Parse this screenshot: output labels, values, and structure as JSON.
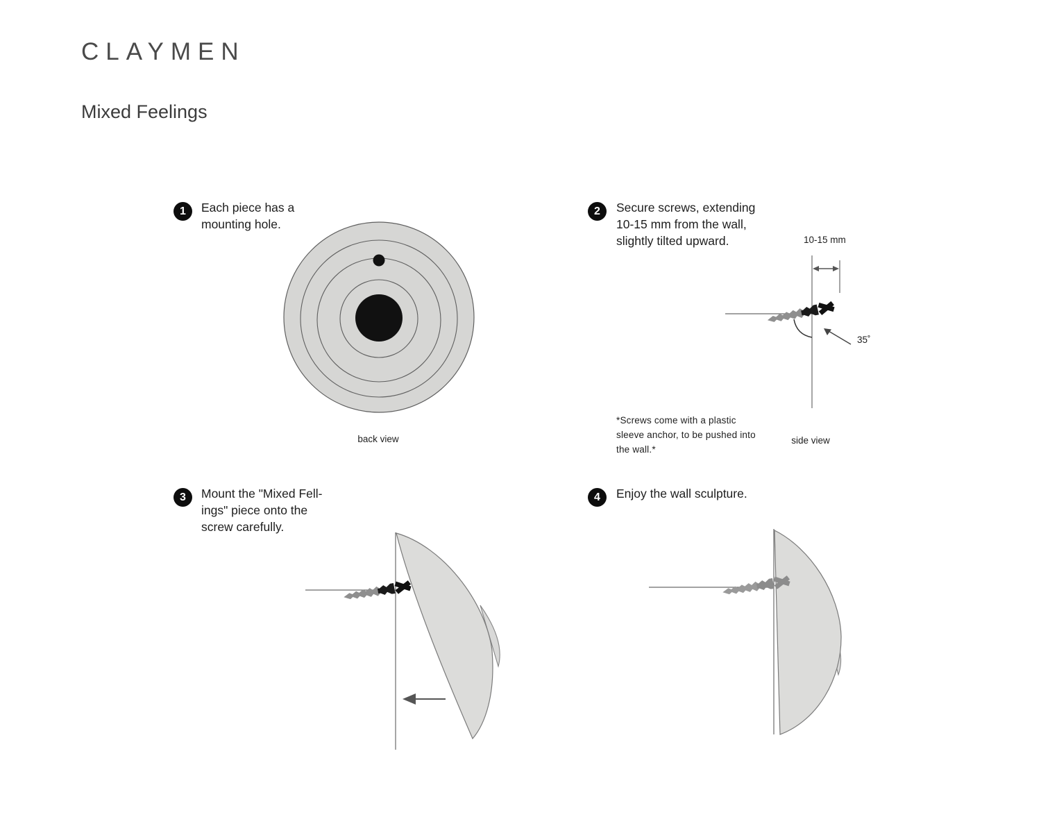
{
  "page": {
    "brand": "CLAYMEN",
    "product": "Mixed Feelings"
  },
  "steps": [
    {
      "num": "1",
      "text": "Each piece has a\nmounting hole.",
      "caption": "back view"
    },
    {
      "num": "2",
      "text": "Secure screws, extending\n10-15 mm from the wall,\nslightly tilted upward.",
      "caption": "side view",
      "measurement": "10-15 mm",
      "angle": "35˚",
      "footnote": "*Screws come with a plastic\nsleeve anchor, to be pushed into\nthe wall.*"
    },
    {
      "num": "3",
      "text": "Mount the \"Mixed Fell-\nings\" piece onto the\nscrew  carefully."
    },
    {
      "num": "4",
      "text": "Enjoy the wall sculpture."
    }
  ],
  "colors": {
    "ink": "#1e1e1e",
    "line": "#5f5f5f",
    "piece_fill": "#d9d9d7",
    "screw_gray": "#9a9a9a",
    "screw_black": "#111111"
  }
}
